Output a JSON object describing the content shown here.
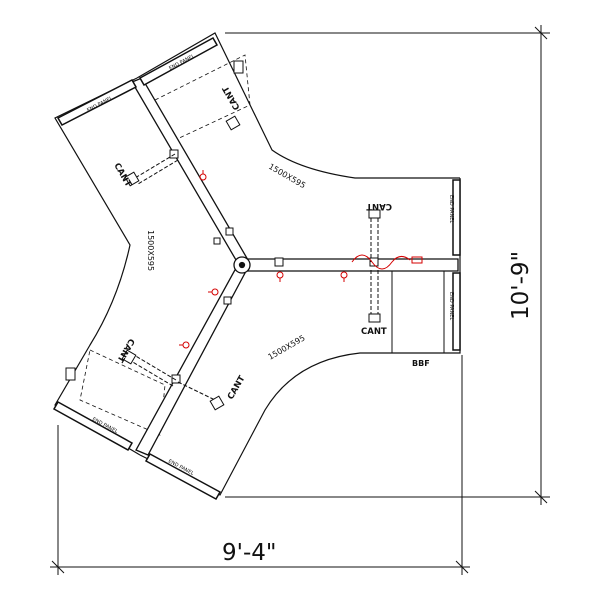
{
  "drawing": {
    "desk_label": "1500X595",
    "end_panel_label": "END PANEL",
    "cant_label": "CANT",
    "bbf_label": "BBF"
  },
  "dimensions": {
    "width": "9'-4\"",
    "height": "10'-9\""
  },
  "colors": {
    "line": "#111111",
    "power": "#d40000"
  }
}
